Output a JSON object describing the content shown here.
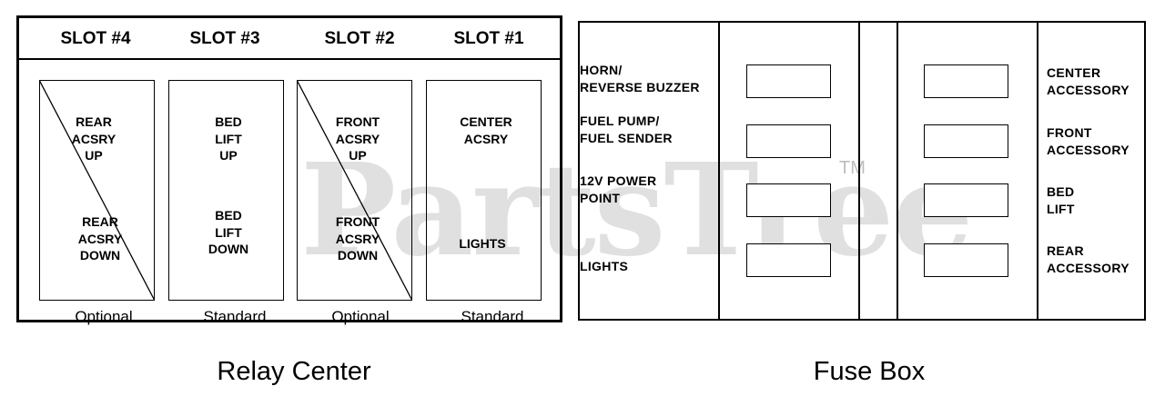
{
  "relay_center": {
    "caption": "Relay Center",
    "slots": [
      {
        "header": "SLOT #4",
        "top_text": "REAR\nACSRY\nUP",
        "bottom_text": "REAR\nACSRY\nDOWN",
        "footer": "Optional",
        "crossed": true
      },
      {
        "header": "SLOT #3",
        "top_text": "BED\nLIFT\nUP",
        "bottom_text": "BED\nLIFT\nDOWN",
        "footer": "Standard",
        "crossed": false
      },
      {
        "header": "SLOT #2",
        "top_text": "FRONT\nACSRY\nUP",
        "bottom_text": "FRONT\nACSRY\nDOWN",
        "footer": "Optional",
        "crossed": true
      },
      {
        "header": "SLOT #1",
        "top_text": "CENTER\nACSRY",
        "bottom_text": "LIGHTS",
        "footer": "Standard",
        "crossed": false
      }
    ]
  },
  "fuse_box": {
    "caption": "Fuse Box",
    "left_labels": [
      "HORN/\nREVERSE BUZZER",
      "FUEL PUMP/\nFUEL SENDER",
      "12V POWER\nPOINT",
      "LIGHTS"
    ],
    "right_labels": [
      "CENTER\nACCESSORY",
      "FRONT\nACCESSORY",
      "BED\nLIFT",
      "REAR\nACCESSORY"
    ]
  },
  "watermark": {
    "text": "PartsTree",
    "trademark": "TM"
  }
}
